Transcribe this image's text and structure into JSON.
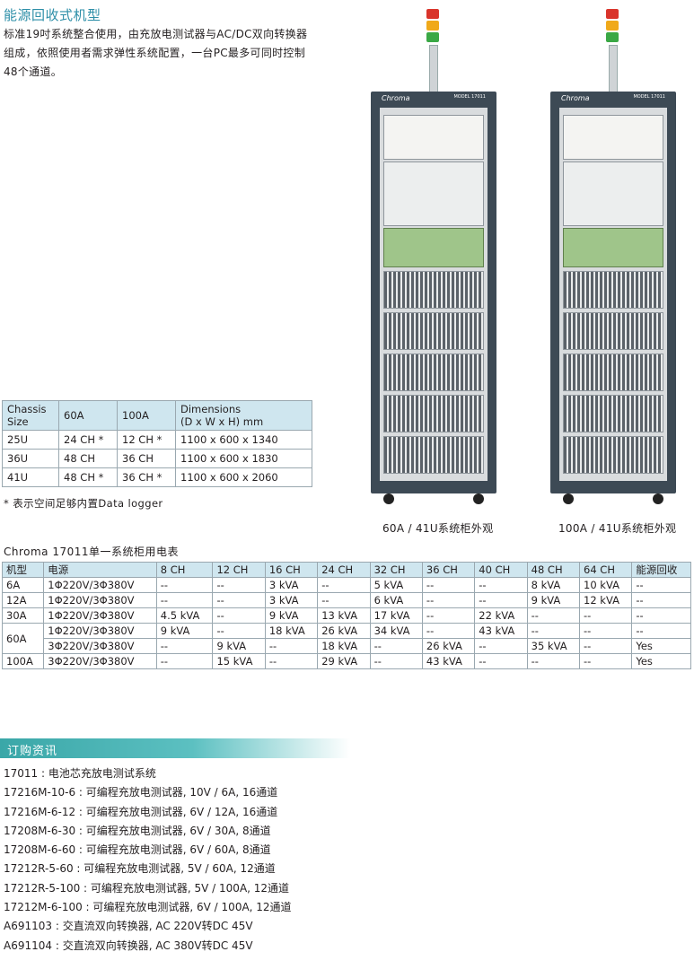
{
  "title": "能源回收式机型",
  "intro": "标准19吋系统整合使用，由充放电测试器与AC/DC双向转换器组成，依照使用者需求弹性系统配置，一台PC最多可同时控制48个通道。",
  "cabinets": [
    {
      "caption": "60A / 41U系统柜外观",
      "logo": "Chroma",
      "model": "MODEL 17011"
    },
    {
      "caption": "100A / 41U系统柜外观",
      "logo": "Chroma",
      "model": "MODEL 17011"
    }
  ],
  "chassis_table": {
    "headers": [
      "Chassis\nSize",
      "60A",
      "100A",
      "Dimensions\n(D x W x H) mm"
    ],
    "rows": [
      [
        "25U",
        "24 CH *",
        "12 CH *",
        "1100 x 600 x 1340"
      ],
      [
        "36U",
        "48 CH",
        "36 CH",
        "1100 x 600 x 1830"
      ],
      [
        "41U",
        "48 CH *",
        "36 CH *",
        "1100 x 600 x 2060"
      ]
    ],
    "note": "* 表示空间足够内置Data logger"
  },
  "power_table": {
    "title": "Chroma 17011单一系统柜用电表",
    "headers": [
      "机型",
      "电源",
      "8 CH",
      "12 CH",
      "16 CH",
      "24 CH",
      "32 CH",
      "36 CH",
      "40 CH",
      "48 CH",
      "64 CH",
      "能源回收"
    ],
    "rows": [
      {
        "model": "6A",
        "cells": [
          "1Φ220V/3Φ380V",
          "--",
          "--",
          "3 kVA",
          "--",
          "5 kVA",
          "--",
          "--",
          "8 kVA",
          "10 kVA",
          "--"
        ]
      },
      {
        "model": "12A",
        "cells": [
          "1Φ220V/3Φ380V",
          "--",
          "--",
          "3 kVA",
          "--",
          "6 kVA",
          "--",
          "--",
          "9 kVA",
          "12 kVA",
          "--"
        ]
      },
      {
        "model": "30A",
        "cells": [
          "1Φ220V/3Φ380V",
          "4.5 kVA",
          "--",
          "9 kVA",
          "13 kVA",
          "17 kVA",
          "--",
          "22 kVA",
          "--",
          "--",
          "--"
        ]
      },
      {
        "model": "60A",
        "span": 2,
        "cells": [
          "1Φ220V/3Φ380V",
          "9 kVA",
          "--",
          "18 kVA",
          "26 kVA",
          "34 kVA",
          "--",
          "43 kVA",
          "--",
          "--",
          "--"
        ]
      },
      {
        "model": "",
        "cells": [
          "3Φ220V/3Φ380V",
          "--",
          "9 kVA",
          "--",
          "18 kVA",
          "--",
          "26 kVA",
          "--",
          "35 kVA",
          "--",
          "Yes"
        ]
      },
      {
        "model": "100A",
        "cells": [
          "3Φ220V/3Φ380V",
          "--",
          "15 kVA",
          "--",
          "29 kVA",
          "--",
          "43 kVA",
          "--",
          "--",
          "--",
          "Yes"
        ]
      }
    ]
  },
  "ordering": {
    "heading": "订购资讯",
    "items": [
      "17011 : 电池芯充放电测试系统",
      "17216M-10-6 : 可编程充放电测试器, 10V / 6A, 16通道",
      "17216M-6-12 : 可编程充放电测试器, 6V / 12A, 16通道",
      "17208M-6-30 : 可编程充放电测试器, 6V / 30A, 8通道",
      "17208M-6-60 : 可编程充放电测试器, 6V / 60A, 8通道",
      "17212R-5-60 : 可编程充放电测试器, 5V / 60A, 12通道",
      "17212R-5-100 : 可编程充放电测试器, 5V / 100A, 12通道",
      "17212M-6-100 : 可编程充放电测试器, 6V / 100A, 12通道",
      "A691103 : 交直流双向转换器, AC 220V转DC 45V",
      "A691104 : 交直流双向转换器, AC 380V转DC 45V"
    ]
  }
}
